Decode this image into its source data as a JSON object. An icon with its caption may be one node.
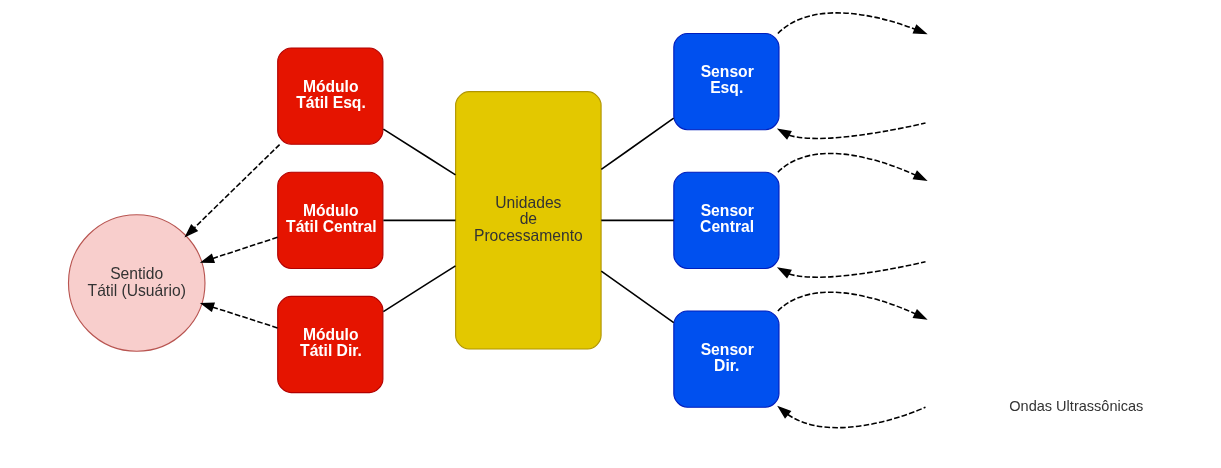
{
  "diagram": {
    "nodes": [
      {
        "text": [
          "Sentido Tátil (Usuário)"
        ]
      },
      {
        "text": [
          "Módulo Tátil Esq."
        ]
      },
      {
        "text": [
          "Módulo Tátil Central"
        ]
      },
      {
        "text": [
          "Módulo Tátil Dir."
        ]
      },
      {
        "text": [
          "Unidades de Processamento"
        ]
      },
      {
        "text": [
          "Sensor Esq."
        ]
      },
      {
        "text": [
          "Sensor Central"
        ]
      },
      {
        "text": [
          "Sensor Dir."
        ]
      }
    ],
    "edges": [
      {
        "from": 1,
        "to": 0,
        "arrow": "to",
        "style": "dashed"
      },
      {
        "from": 2,
        "to": 0,
        "arrow": "to",
        "style": "dashed"
      },
      {
        "from": 3,
        "to": 0,
        "arrow": "to",
        "style": "dashed"
      },
      {
        "from": 1,
        "to": 4,
        "arrow": "none"
      },
      {
        "from": 2,
        "to": 4,
        "arrow": "none"
      },
      {
        "from": 3,
        "to": 4,
        "arrow": "none"
      },
      {
        "from": 4,
        "to": 5,
        "arrow": "none"
      },
      {
        "from": 4,
        "to": 6,
        "arrow": "none"
      },
      {
        "from": 4,
        "to": 7,
        "arrow": "none"
      },
      {
        "from": 5,
        "to": null,
        "arrow": "to",
        "style": "dashed"
      },
      {
        "from": null,
        "to": 5,
        "arrow": "to",
        "style": "dashed"
      },
      {
        "from": 6,
        "to": null,
        "arrow": "to",
        "style": "dashed"
      },
      {
        "from": null,
        "to": 6,
        "arrow": "to",
        "style": "dashed"
      },
      {
        "from": 7,
        "to": null,
        "arrow": "to",
        "style": "dashed"
      },
      {
        "from": null,
        "to": 7,
        "arrow": "to",
        "style": "dashed"
      }
    ],
    "labels": [
      "Ondas Ultrassônicas"
    ]
  }
}
